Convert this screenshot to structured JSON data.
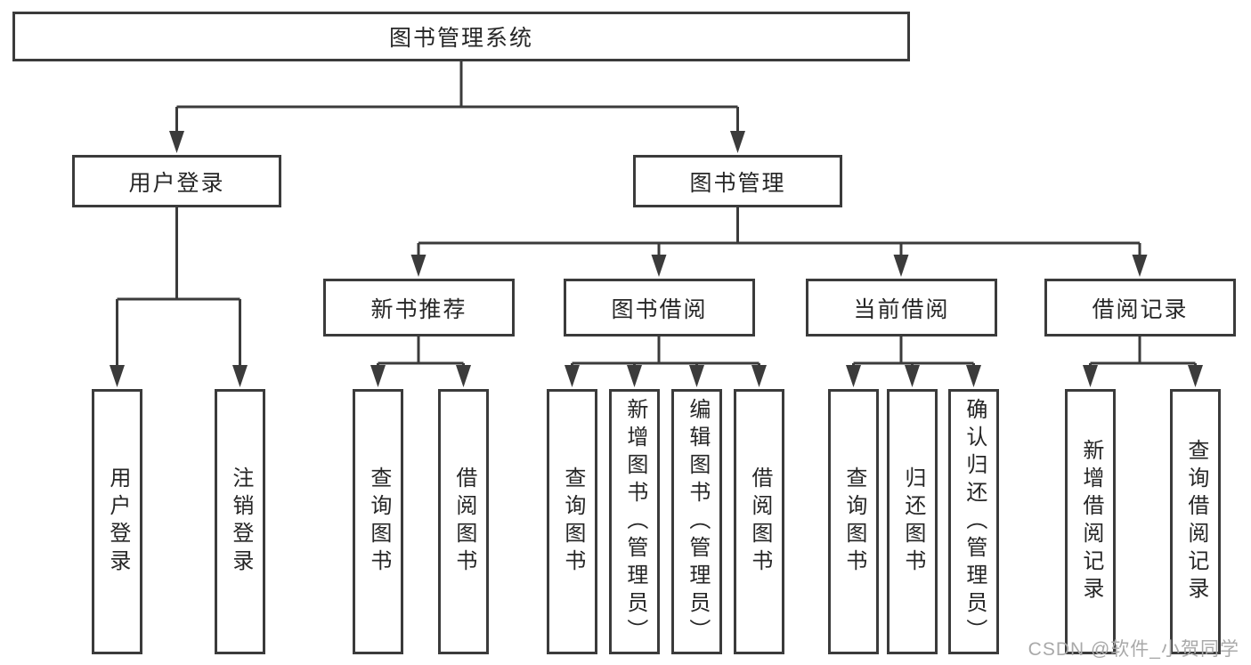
{
  "diagram": {
    "root": {
      "label": "图书管理系统"
    },
    "level2": {
      "user_login": {
        "label": "用户登录"
      },
      "book_management": {
        "label": "图书管理"
      }
    },
    "level3": {
      "new_book_recommend": {
        "label": "新书推荐"
      },
      "book_borrow": {
        "label": "图书借阅"
      },
      "current_borrow": {
        "label": "当前借阅"
      },
      "borrow_records": {
        "label": "借阅记录"
      }
    },
    "leaves": {
      "user_login": [
        "用户登录",
        "注销登录"
      ],
      "new_book_recommend": [
        "查询图书",
        "借阅图书"
      ],
      "book_borrow": [
        "查询图书",
        "新增图书（管理员）",
        "编辑图书（管理员）",
        "借阅图书"
      ],
      "current_borrow": [
        "查询图书",
        "归还图书",
        "确认归还（管理员）"
      ],
      "borrow_records": [
        "新增借阅记录",
        "查询借阅记录"
      ]
    }
  },
  "watermark": "CSDN @软件_小贺同学",
  "colors": {
    "line": "#3b3b3b",
    "border": "#3b3b3b",
    "text": "#262626",
    "watermark": "#a9a9a9",
    "background": "#ffffff"
  }
}
